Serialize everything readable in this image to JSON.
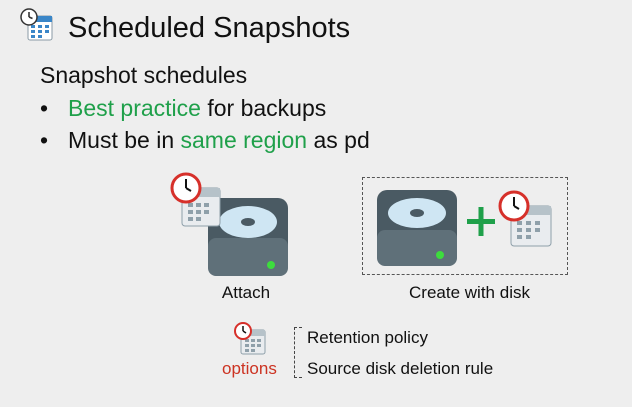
{
  "slide": {
    "title": "Scheduled Snapshots",
    "subtitle": "Snapshot schedules",
    "bullets": [
      {
        "marker": "•",
        "highlight": "Best practice",
        "rest": " for backups"
      },
      {
        "marker": "•",
        "before": "Must be in ",
        "highlight": "same region",
        "after": " as pd"
      }
    ],
    "diagrams": {
      "attach_label": "Attach",
      "create_label": "Create with disk"
    },
    "options": {
      "label": "options",
      "items": [
        "Retention policy",
        "Source disk deletion rule"
      ]
    }
  },
  "colors": {
    "background": "#eeeeee",
    "highlight_green": "#1fa04a",
    "options_red": "#cc3322",
    "clock_red": "#d6302a",
    "disk_dark": "#4a5a63",
    "disk_light": "#5f7079",
    "platter": "#cfe6f3",
    "led_green": "#3ddc3d",
    "calendar_blue": "#3a86c8"
  },
  "icons": [
    "calendar-clock-icon",
    "hard-disk-icon",
    "plus-icon"
  ]
}
